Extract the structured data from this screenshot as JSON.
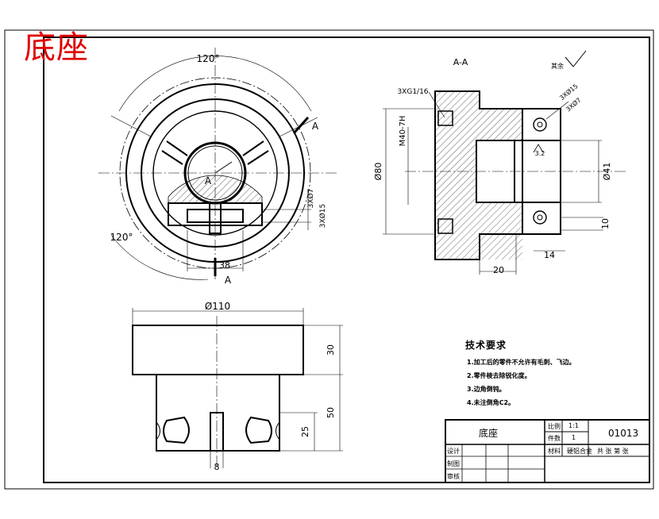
{
  "drawing": {
    "title": "底座",
    "section_label": "A-A",
    "roughness_symbol": "其余",
    "angle_top": "120°",
    "angle_left": "120°",
    "section_mark_a": "A",
    "dims": {
      "d110": "Ø110",
      "h30": "30",
      "h50": "50",
      "h25": "25",
      "w8": "8",
      "w38": "38",
      "d80": "Ø80",
      "d41": "Ø41",
      "w20": "20",
      "w14": "14",
      "w10": "10",
      "m40": "M40-7H",
      "thread_pipe": "3XG1/16",
      "thread_15": "3XØ15",
      "thread_7": "3XØ7",
      "depth_3_2": "3.2"
    }
  },
  "tech_requirements": {
    "title": "技术要求",
    "items": [
      "1.加工后的零件不允许有毛刺、飞边。",
      "2.零件棱去除锐化度。",
      "3.边角倒钝。",
      "4.未注倒角C2。"
    ]
  },
  "title_block": {
    "part_name": "底座",
    "scale_label": "比例",
    "scale_value": "1:1",
    "qty_label": "件数",
    "qty_value": "1",
    "material_label": "材料",
    "material_value": "硬铝合金",
    "drawing_number": "01013",
    "sheet_info": "共 张 第 张",
    "designer_label": "设计",
    "drafter_label": "制图",
    "checker_label": "审核"
  }
}
